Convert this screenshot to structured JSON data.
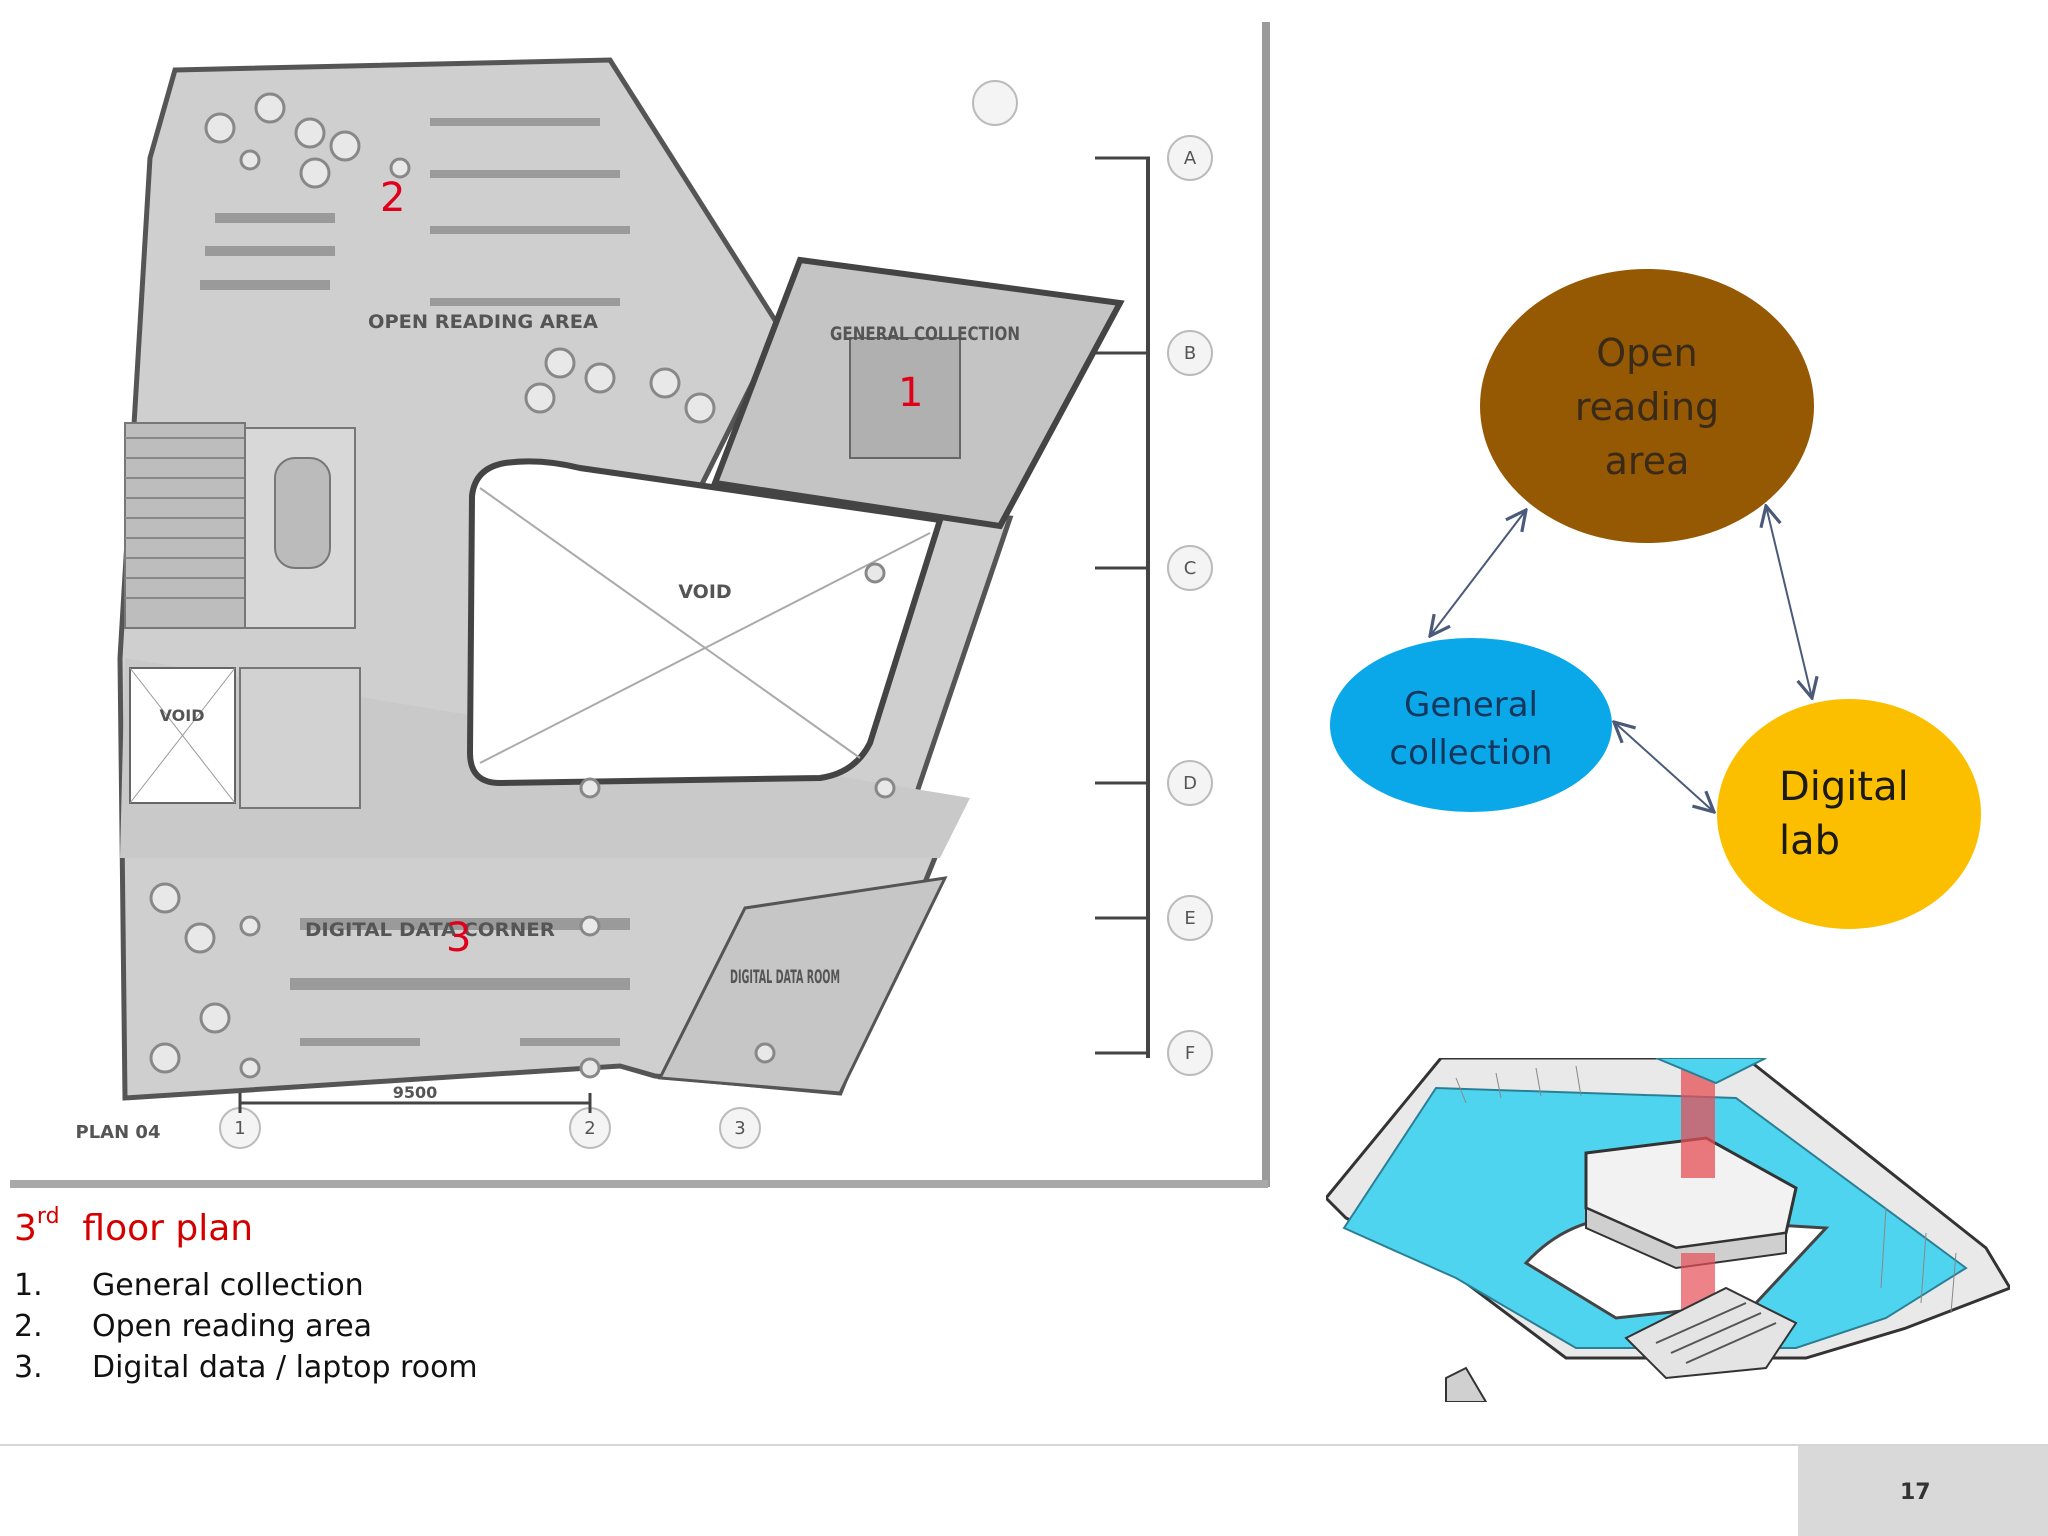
{
  "plan": {
    "markers": [
      "1",
      "2",
      "3"
    ],
    "labels": {
      "open_reading_area": "OPEN READING AREA",
      "general_collection": "GENERAL COLLECTION",
      "void": "VOID",
      "digital_data_corner": "DIGITAL DATA CORNER",
      "digital_data_room": "DIGITAL DATA ROOM",
      "plan_title": "PLAN 04",
      "dimension": "9500",
      "grid_letters": [
        "A",
        "B",
        "C",
        "D",
        "E",
        "F"
      ],
      "grid_numbers": [
        "1",
        "2",
        "3"
      ]
    }
  },
  "caption": {
    "title_num": "3",
    "title_sup": "rd",
    "title_rest": "floor plan",
    "items": [
      {
        "num": "1.",
        "label": "General collection"
      },
      {
        "num": "2.",
        "label": "Open reading area"
      },
      {
        "num": "3.",
        "label": "Digital data / laptop room"
      }
    ]
  },
  "diagram": {
    "nodes": [
      {
        "id": "open-reading",
        "lines": [
          "Open",
          "reading",
          "area"
        ],
        "color": "#955904"
      },
      {
        "id": "general-collection",
        "lines": [
          "General",
          "collection"
        ],
        "color": "#0aa8e8"
      },
      {
        "id": "digital-lab",
        "lines": [
          "Digital",
          "lab"
        ],
        "color": "#fcbf00"
      }
    ],
    "edge_color": "#4a5a78"
  },
  "footer": {
    "page_number": "17"
  }
}
